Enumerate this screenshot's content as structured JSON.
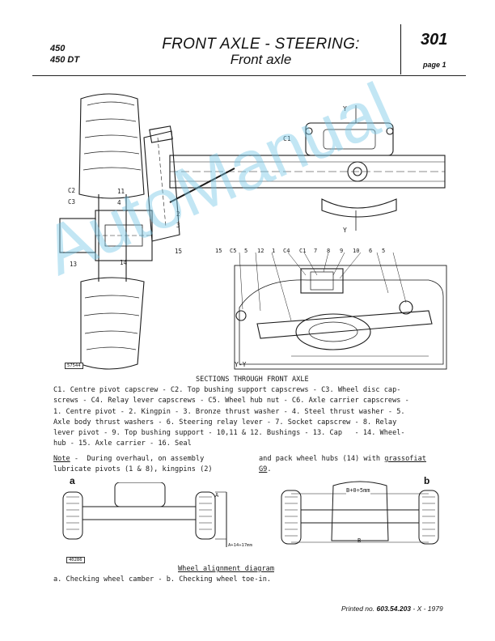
{
  "header": {
    "model_1": "450",
    "model_2": "450 DT",
    "title_line1": "FRONT AXLE - STEERING:",
    "title_line2": "Front axle",
    "page_number": "301",
    "page_label": "page 1"
  },
  "figure_top": {
    "section_marks": [
      "Y",
      "Y",
      "Y-Y"
    ],
    "callouts_left": [
      "C2",
      "C3",
      "11",
      "4",
      "2",
      "3",
      "15",
      "13",
      "14"
    ],
    "callouts_top": [
      "15",
      "C5",
      "5",
      "12",
      "1",
      "C4",
      "C1",
      "7",
      "8",
      "9",
      "10",
      "6",
      "5"
    ],
    "callout_c1": "C1",
    "ref_code": "57544"
  },
  "caption": {
    "title": "SECTIONS THROUGH FRONT AXLE",
    "legend": "C1. Centre pivot capscrew - C2. Top bushing support capscrews - C3. Wheel disc cap-\nscrews - C4. Relay lever capscrews - C5. Wheel hub nut - C6. Axle carrier capscrews -\n1. Centre pivot - 2. Kingpin - 3. Bronze thrust washer - 4. Steel thrust washer - 5.\nAxle body thrust washers - 6. Steering relay lever - 7. Socket capscrew - 8. Relay\nlever pivot - 9. Top bushing support - 10,11 & 12. Bushings - 13. Cap   - 14. Wheel-\nhub - 15. Axle carrier - 16. Seal"
  },
  "note": {
    "label": "Note",
    "left_text": " -  During overhaul, on assembly\nlubricate pivots (1 & 8), kingpins (2)",
    "right_text_1": "and pack wheel hubs (14) with ",
    "right_grease": "grassofiat",
    "right_text_2": "G9",
    "right_text_3": "."
  },
  "figure_bottom": {
    "label_a": "a",
    "label_b": "b",
    "dim_a": "A",
    "dim_a_plus": "A+14÷17mm",
    "dim_b_top": "B+0÷5mm",
    "dim_b": "B",
    "ref_code": "40286"
  },
  "alignment": {
    "title": "Wheel alignment diagram",
    "caption": "a. Checking wheel camber - b. Checking wheel toe-in."
  },
  "footer": {
    "printed_label": "Printed no. ",
    "printed_number": "603.54.203",
    "printed_suffix": " - X - 1979"
  },
  "watermark": "AutoManual"
}
